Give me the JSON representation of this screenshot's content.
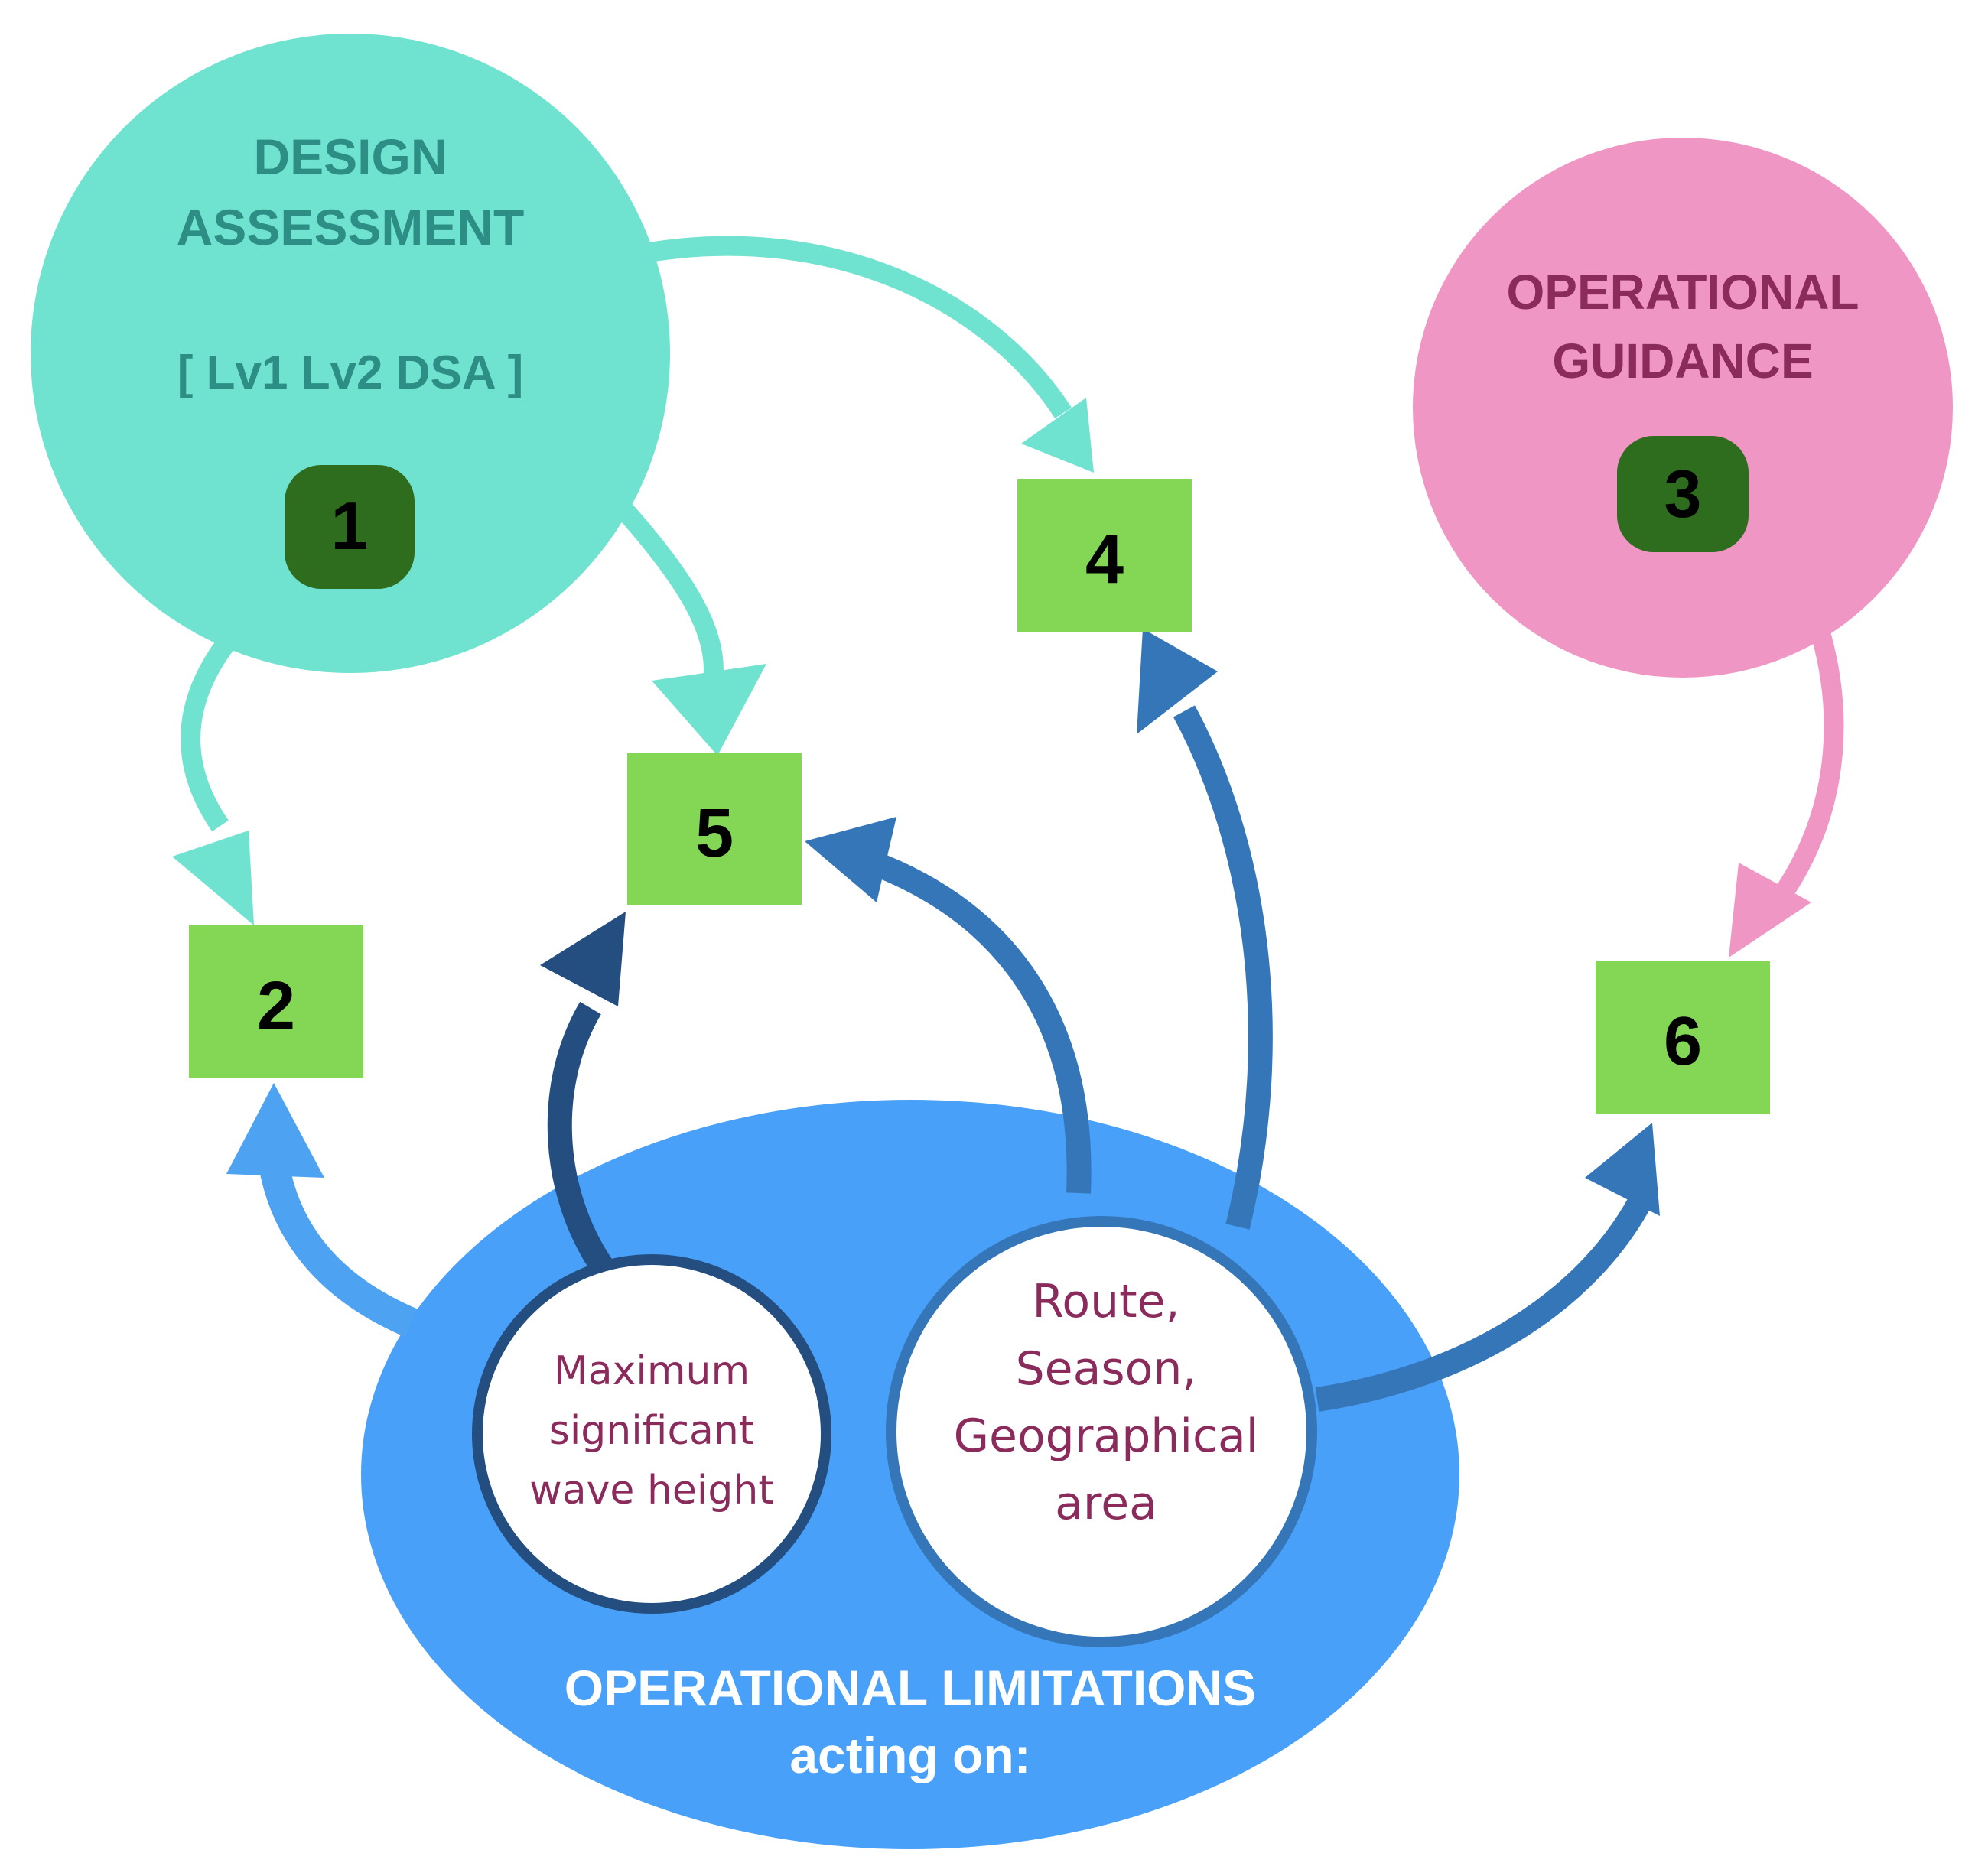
{
  "colors": {
    "teal_circle": "#70E2D0",
    "teal_text": "#2C8E84",
    "teal_arrow": "#70E2D0",
    "pink_circle": "#F096C4",
    "pink_text": "#8A2B5C",
    "pink_arrow": "#F096C4",
    "badge_fill": "#2F6D1E",
    "box_fill": "#84D655",
    "ellipse_fill": "#48A0F8",
    "arrow_light_blue": "#4EA2F2",
    "arrow_mid_blue": "#3576B9",
    "arrow_dark_blue": "#244E80",
    "inner_text": "#8A2B5C",
    "footer_text": "#FFFFFF"
  },
  "design_assessment": {
    "title_line1": "DESIGN",
    "title_line2": "ASSESSMENT",
    "levels": "[ Lv1 Lv2 DSA ]",
    "badge": "1"
  },
  "operational_guidance": {
    "title_line1": "OPERATIONAL",
    "title_line2": "GUIDANCE",
    "badge": "3"
  },
  "boxes": {
    "box2": "2",
    "box4": "4",
    "box5": "5",
    "box6": "6"
  },
  "operational_limitations": {
    "line1": "OPERATIONAL LIMITATIONS",
    "line2": "acting on:",
    "wave": {
      "line1": "Maximum",
      "line2": "significant",
      "line3": "wave height"
    },
    "route": {
      "line1": "Route,",
      "line2": "Season,",
      "line3": "Geographical",
      "line4": "area"
    }
  }
}
